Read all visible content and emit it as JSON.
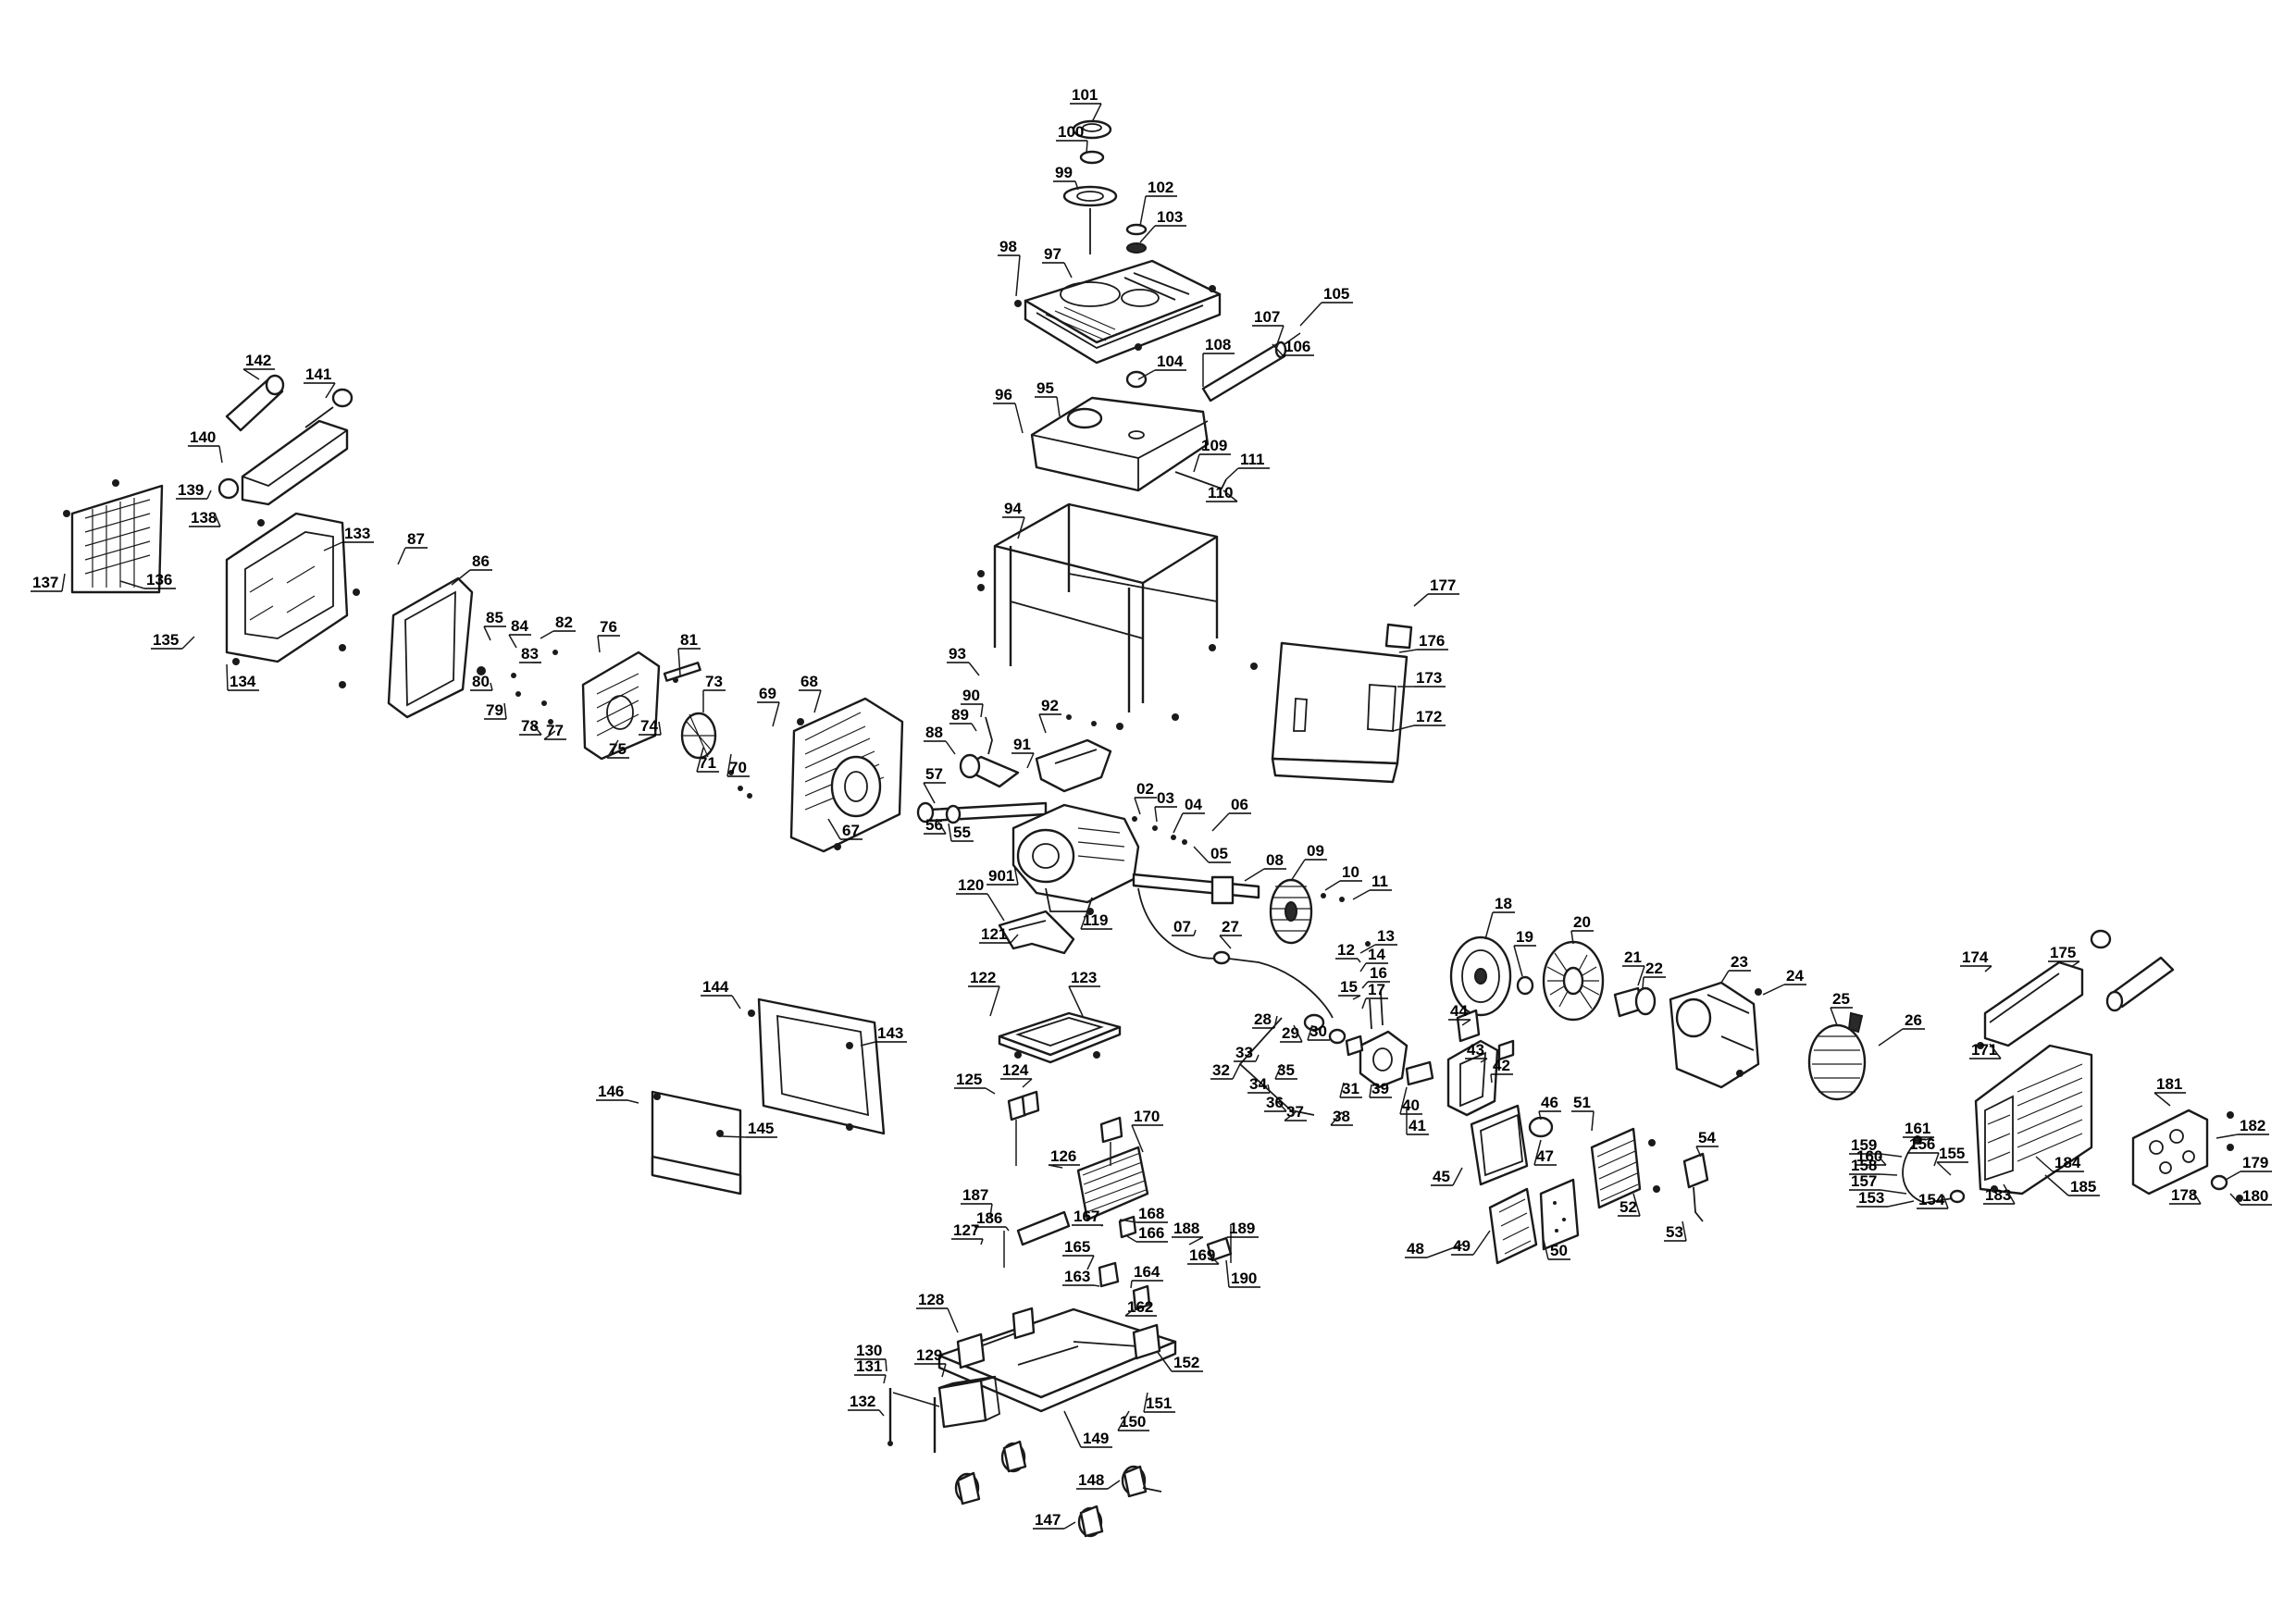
{
  "diagram": {
    "callouts": [
      "101",
      "100",
      "99",
      "102",
      "103",
      "98",
      "97",
      "105",
      "107",
      "106",
      "108",
      "104",
      "95",
      "96",
      "109",
      "111",
      "110",
      "94",
      "93",
      "142",
      "141",
      "140",
      "139",
      "138",
      "137",
      "136",
      "133",
      "135",
      "134",
      "87",
      "86",
      "85",
      "84",
      "82",
      "83",
      "80",
      "79",
      "78",
      "77",
      "76",
      "75",
      "74",
      "81",
      "73",
      "71",
      "70",
      "69",
      "68",
      "67",
      "90",
      "89",
      "88",
      "91",
      "92",
      "57",
      "56",
      "55",
      "02",
      "03",
      "04",
      "06",
      "05",
      "901",
      "08",
      "09",
      "10",
      "11",
      "120",
      "119",
      "121",
      "07",
      "27",
      "13",
      "12",
      "14",
      "16",
      "15",
      "17",
      "18",
      "19",
      "20",
      "21",
      "22",
      "23",
      "24",
      "25",
      "26",
      "175",
      "174",
      "171",
      "177",
      "176",
      "173",
      "172",
      "28",
      "29",
      "30",
      "33",
      "32",
      "35",
      "34",
      "36",
      "37",
      "38",
      "31",
      "39",
      "40",
      "41",
      "44",
      "43",
      "42",
      "46",
      "47",
      "45",
      "51",
      "48",
      "49",
      "50",
      "52",
      "54",
      "53",
      "122",
      "123",
      "125",
      "124",
      "126",
      "170",
      "187",
      "186",
      "127",
      "167",
      "168",
      "166",
      "188",
      "189",
      "165",
      "164",
      "169",
      "190",
      "163",
      "162",
      "128",
      "129",
      "130",
      "131",
      "132",
      "152",
      "151",
      "150",
      "149",
      "148",
      "147",
      "144",
      "143",
      "146",
      "145",
      "181",
      "182",
      "179",
      "180",
      "178",
      "160",
      "161",
      "159",
      "158",
      "157",
      "153",
      "156",
      "155",
      "154",
      "183",
      "184",
      "185"
    ]
  }
}
